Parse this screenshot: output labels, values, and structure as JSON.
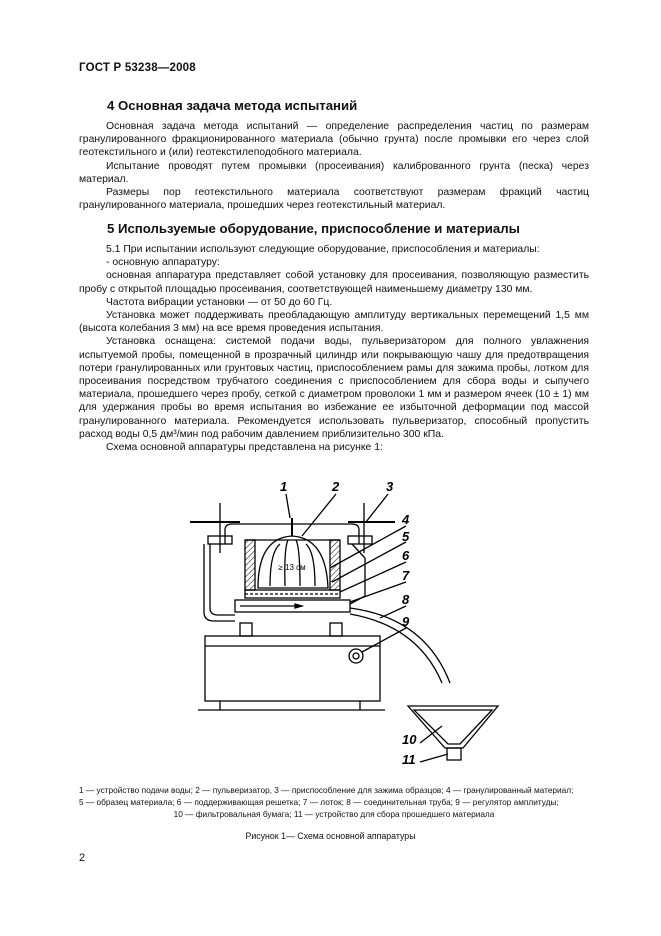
{
  "header": {
    "standard": "ГОСТ Р 53238—2008"
  },
  "section4": {
    "title": "4  Основная задача метода испытаний",
    "p1": "Основная задача метода испытаний — определение распределения частиц по размерам гранулированного фракционированного материала (обычно грунта) после промывки его через слой геотекстильного и (или) геотекстилеподобного материала.",
    "p2": "Испытание проводят путем промывки (просеивания) калиброванного грунта (песка) через материал.",
    "p3": "Размеры пор геотекстильного материала соответствуют размерам фракций частиц гранулированного материала, прошедших через геотекстильный материал."
  },
  "section5": {
    "title": "5  Используемые оборудование, приспособление и материалы",
    "p1": "5.1  При испытании используют следующие оборудование, приспособления и материалы:",
    "p2": "- основную аппаратуру:",
    "p3": "основная аппаратура представляет собой установку для просеивания, позволяющую разместить пробу с открытой площадью просеивания, соответствующей наименьшему диаметру 130 мм.",
    "p4": "Частота вибрации установки — от 50 до 60 Гц.",
    "p5": "Установка может поддерживать преобладающую амплитуду вертикальных перемещений 1,5 мм (высота колебания 3 мм) на все время проведения испытания.",
    "p6": "Установка оснащена: системой подачи воды, пульверизатором для полного увлажнения испытуемой пробы, помещенной в прозрачный цилиндр или покрывающую чашу для предотвращения потери гранулированных или грунтовых частиц, приспособлением рамы для зажима пробы, лотком для просеивания посредством трубчатого соединения с приспособлением для сбора воды и сыпучего материала, прошедшего через пробу, сеткой с диаметром проволоки 1 мм и размером ячеек (10 ± 1) мм для удержания пробы во время испытания во избежание ее избыточной деформации под массой гранулированного материала. Рекомендуется использовать пульверизатор, способный пропустить расход воды 0,5 дм³/мин под рабочим давлением приблизительно 300 кПа.",
    "p7": "Схема основной аппаратуры представлена на рисунке 1:"
  },
  "figure": {
    "dim_label": "≥ 13 см",
    "numbers": [
      "1",
      "2",
      "3",
      "4",
      "5",
      "6",
      "7",
      "8",
      "9",
      "10",
      "11"
    ],
    "legend_line1": "1 — устройство подачи воды; 2 — пульверизатор, 3 — приспособление для зажима образцов; 4 — гранулированный материал;",
    "legend_line2": "5 — образец материала; 6 — поддерживающая решетка; 7 — лоток; 8 — соединительная труба; 9 — регулятор амплитуды;",
    "legend_line3": "10 — фильтровальная бумага; 11 — устройство для сбора прошедшего материала",
    "caption": "Рисунок 1— Схема основной аппаратуры"
  },
  "page_number": "2"
}
